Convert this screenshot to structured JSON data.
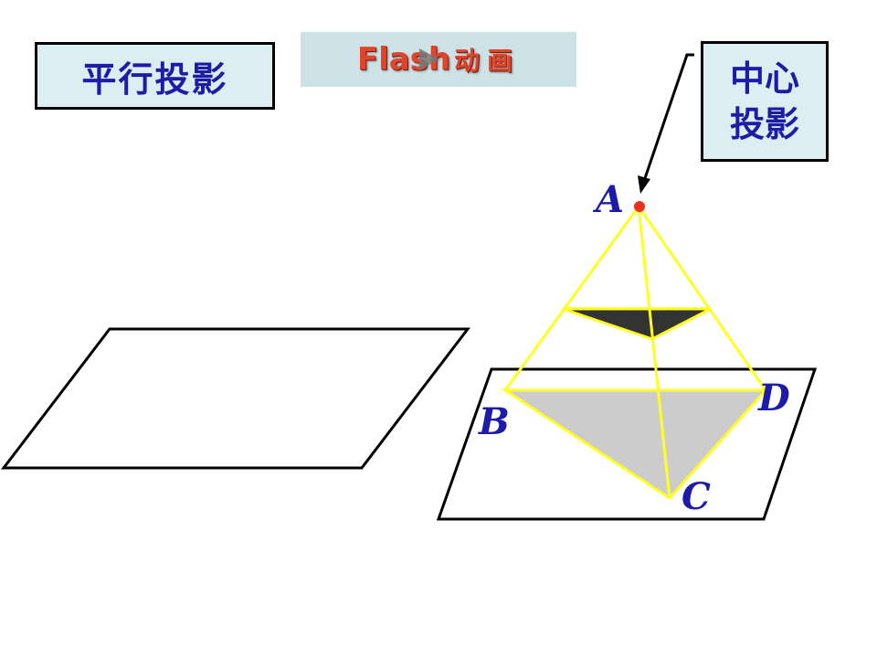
{
  "parallel_box": {
    "label": "平行投影"
  },
  "central_box": {
    "line1": "中心",
    "line2": "投影"
  },
  "flash_button": {
    "latin": "Flash",
    "cjk": "动画"
  },
  "points": {
    "A": "A",
    "B": "B",
    "C": "C",
    "D": "D"
  },
  "colors": {
    "box_bg": "#ddeef2",
    "box_text": "#1c1ca6",
    "flash_bg": "#cde2e7",
    "flash_text": "#e0442a",
    "ray": "#ffff22",
    "triangle_fill": "#cccccc",
    "small_triangle": "#333333",
    "light_source": "#e8341c"
  }
}
